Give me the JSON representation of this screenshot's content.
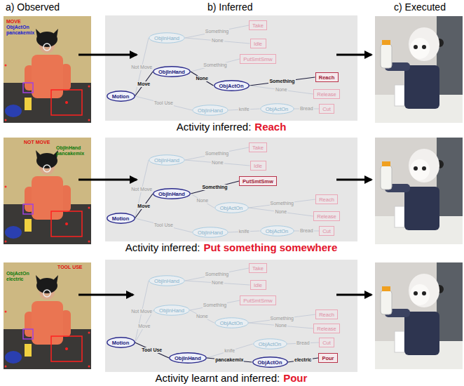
{
  "diagram": {
    "nodes": [
      {
        "text": [
          "Activity inferred:",
          "Reach"
        ]
      },
      {
        "text": [
          "Motion"
        ],
        "in": 0
      },
      {
        "text": [
          "ObjInHand"
        ],
        "in": 0
      },
      {
        "text": [
          "Take"
        ],
        "in": 0
      },
      {
        "text": [
          "Idle"
        ],
        "in": 0
      },
      {
        "text": [
          "ObjInHand"
        ],
        "in": 0
      },
      {
        "text": [
          "PutSmtSmw"
        ],
        "in": 0
      },
      {
        "text": [
          "ObjActOn"
        ],
        "in": 0
      },
      {
        "text": [
          "Reach"
        ],
        "in": 0
      },
      {
        "text": [
          "Release"
        ],
        "in": 0
      },
      {
        "text": [
          "ObjInHand"
        ],
        "in": 0
      },
      {
        "text": [
          "ObjActOn"
        ],
        "in": 0
      },
      {
        "text": [
          "Cut"
        ],
        "in": 0
      },
      {
        "text": [
          "Activity inferred:",
          "Put something somewhere"
        ]
      },
      {
        "text": [
          "Motion"
        ],
        "in": 13
      },
      {
        "text": [
          "ObjInHand"
        ],
        "in": 13
      },
      {
        "text": [
          "Take"
        ],
        "in": 13
      },
      {
        "text": [
          "Idle"
        ],
        "in": 13
      },
      {
        "text": [
          "ObjInHand"
        ],
        "in": 13
      },
      {
        "text": [
          "PutSmtSmw"
        ],
        "in": 13
      },
      {
        "text": [
          "ObjActOn"
        ],
        "in": 13
      },
      {
        "text": [
          "Reach"
        ],
        "in": 13
      },
      {
        "text": [
          "Release"
        ],
        "in": 13
      },
      {
        "text": [
          "ObjInHand"
        ],
        "in": 13
      },
      {
        "text": [
          "ObjActOn"
        ],
        "in": 13
      },
      {
        "text": [
          "Cut"
        ],
        "in": 13
      },
      {
        "text": [
          "Activity learnt and inferred:",
          "Pour"
        ]
      },
      {
        "text": [
          "Motion"
        ],
        "in": 26
      },
      {
        "text": [
          "ObjInHand"
        ],
        "in": 26
      },
      {
        "text": [
          "Take"
        ],
        "in": 26
      },
      {
        "text": [
          "Idle"
        ],
        "in": 26
      },
      {
        "text": [
          "ObjInHand"
        ],
        "in": 26
      },
      {
        "text": [
          "PutSmtSmw"
        ],
        "in": 26
      },
      {
        "text": [
          "ObjActOn"
        ],
        "in": 26
      },
      {
        "text": [
          "Reach"
        ],
        "in": 26
      },
      {
        "text": [
          "Release"
        ],
        "in": 26
      },
      {
        "text": [
          "ObjInHand"
        ],
        "in": 26
      },
      {
        "text": [
          "ObjActOn"
        ],
        "in": 26
      },
      {
        "text": [
          "Cut"
        ],
        "in": 26
      },
      {
        "text": [
          "ObjActOn"
        ],
        "in": 26
      },
      {
        "text": [
          "Pour"
        ],
        "in": 26
      }
    ],
    "edges": [
      {
        "from": 1,
        "to": 2,
        "arrow": "none",
        "label": "Not Move"
      },
      {
        "from": 1,
        "to": 5,
        "arrow": "none",
        "label": "Move"
      },
      {
        "from": 1,
        "to": 10,
        "arrow": "none",
        "label": "Tool Use"
      },
      {
        "from": 2,
        "to": 3,
        "arrow": "none",
        "label": "Something"
      },
      {
        "from": 2,
        "to": 4,
        "arrow": "none",
        "label": "None"
      },
      {
        "from": 5,
        "to": 6,
        "arrow": "none",
        "label": "Something"
      },
      {
        "from": 5,
        "to": 7,
        "arrow": "none",
        "label": "None"
      },
      {
        "from": 7,
        "to": 8,
        "arrow": "none",
        "label": "Something"
      },
      {
        "from": 7,
        "to": 9,
        "arrow": "none",
        "label": "None"
      },
      {
        "from": 10,
        "to": 11,
        "arrow": "none",
        "label": "knife"
      },
      {
        "from": 11,
        "to": 12,
        "arrow": "none",
        "label": "Bread"
      },
      {
        "from": 14,
        "to": 15,
        "arrow": "none",
        "label": "Not Move"
      },
      {
        "from": 14,
        "to": 18,
        "arrow": "none",
        "label": "Move"
      },
      {
        "from": 14,
        "to": 23,
        "arrow": "none",
        "label": "Tool Use"
      },
      {
        "from": 15,
        "to": 16,
        "arrow": "none",
        "label": "Something"
      },
      {
        "from": 15,
        "to": 17,
        "arrow": "none",
        "label": "None"
      },
      {
        "from": 18,
        "to": 19,
        "arrow": "none",
        "label": "Something"
      },
      {
        "from": 18,
        "to": 20,
        "arrow": "none",
        "label": "None"
      },
      {
        "from": 20,
        "to": 21,
        "arrow": "none",
        "label": "Something"
      },
      {
        "from": 20,
        "to": 22,
        "arrow": "none",
        "label": "None"
      },
      {
        "from": 23,
        "to": 24,
        "arrow": "none",
        "label": "knife"
      },
      {
        "from": 24,
        "to": 25,
        "arrow": "none",
        "label": "Bread"
      },
      {
        "from": 27,
        "to": 28,
        "arrow": "none",
        "label": "Not Move"
      },
      {
        "from": 27,
        "to": 31,
        "arrow": "none",
        "label": "Move"
      },
      {
        "from": 27,
        "to": 36,
        "arrow": "none",
        "label": "Tool Use"
      },
      {
        "from": 28,
        "to": 29,
        "arrow": "none",
        "label": "Something"
      },
      {
        "from": 28,
        "to": 30,
        "arrow": "none",
        "label": "None"
      },
      {
        "from": 31,
        "to": 32,
        "arrow": "none",
        "label": "Something"
      },
      {
        "from": 31,
        "to": 33,
        "arrow": "none",
        "label": "None"
      },
      {
        "from": 33,
        "to": 34,
        "arrow": "none",
        "label": "Something"
      },
      {
        "from": 33,
        "to": 35,
        "arrow": "none",
        "label": "None"
      },
      {
        "from": 36,
        "to": 37,
        "arrow": "none",
        "label": "knife"
      },
      {
        "from": 37,
        "to": 38,
        "arrow": "none",
        "label": "Bread"
      },
      {
        "from": 36,
        "to": 39,
        "arrow": "none",
        "label": "pancakemix"
      },
      {
        "from": 39,
        "to": 40,
        "arrow": "none",
        "label": "electric"
      }
    ],
    "labels": [
      "a) Observed",
      "b) Inferred",
      "c) Executed",
      "MOVE",
      "ObjActOn",
      "pancakemix",
      "NOT MOVE",
      "ObjInHand",
      "pancakemix",
      "TOOL USE",
      "ObjActOn",
      "electric"
    ]
  }
}
